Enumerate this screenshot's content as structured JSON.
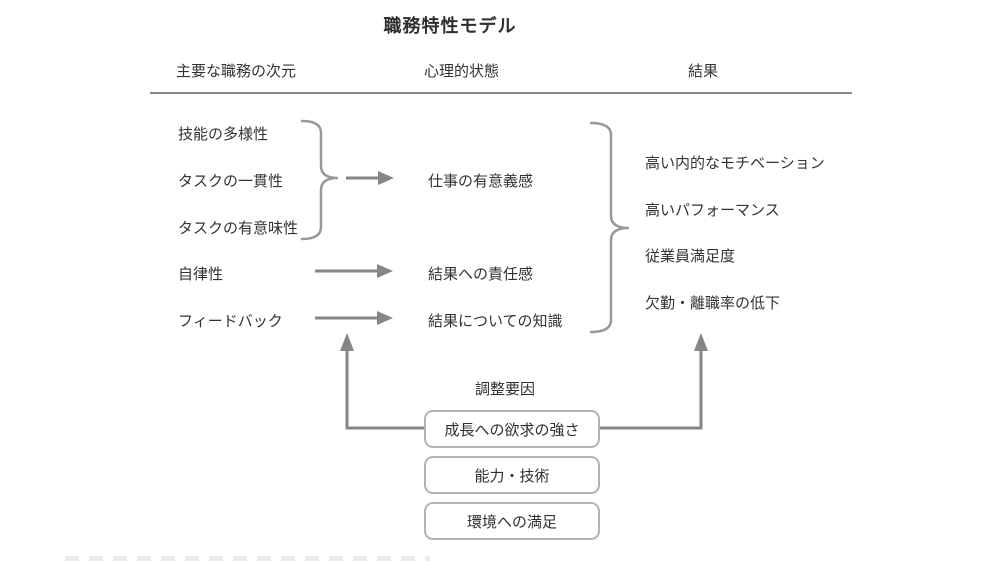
{
  "diagram": {
    "title": "職務特性モデル",
    "columns": {
      "dimensions": "主要な職務の次元",
      "states": "心理的状態",
      "outcomes": "結果"
    },
    "job_dimensions": [
      "技能の多様性",
      "タスクの一貫性",
      "タスクの有意味性",
      "自律性",
      "フィードバック"
    ],
    "psych_states": [
      "仕事の有意義感",
      "結果への責任感",
      "結果についての知識"
    ],
    "outcomes": [
      "高い内的なモチベーション",
      "高いパフォーマンス",
      "従業員満足度",
      "欠勤・離職率の低下"
    ],
    "moderators_label": "調整要因",
    "moderators": [
      "成長への欲求の強さ",
      "能力・技術",
      "環境への満足"
    ],
    "colors": {
      "arrow": "#868686",
      "brace": "#999999",
      "header_rule": "#8a8a8a",
      "box_border": "#b3b3b3",
      "text": "#333333"
    }
  }
}
